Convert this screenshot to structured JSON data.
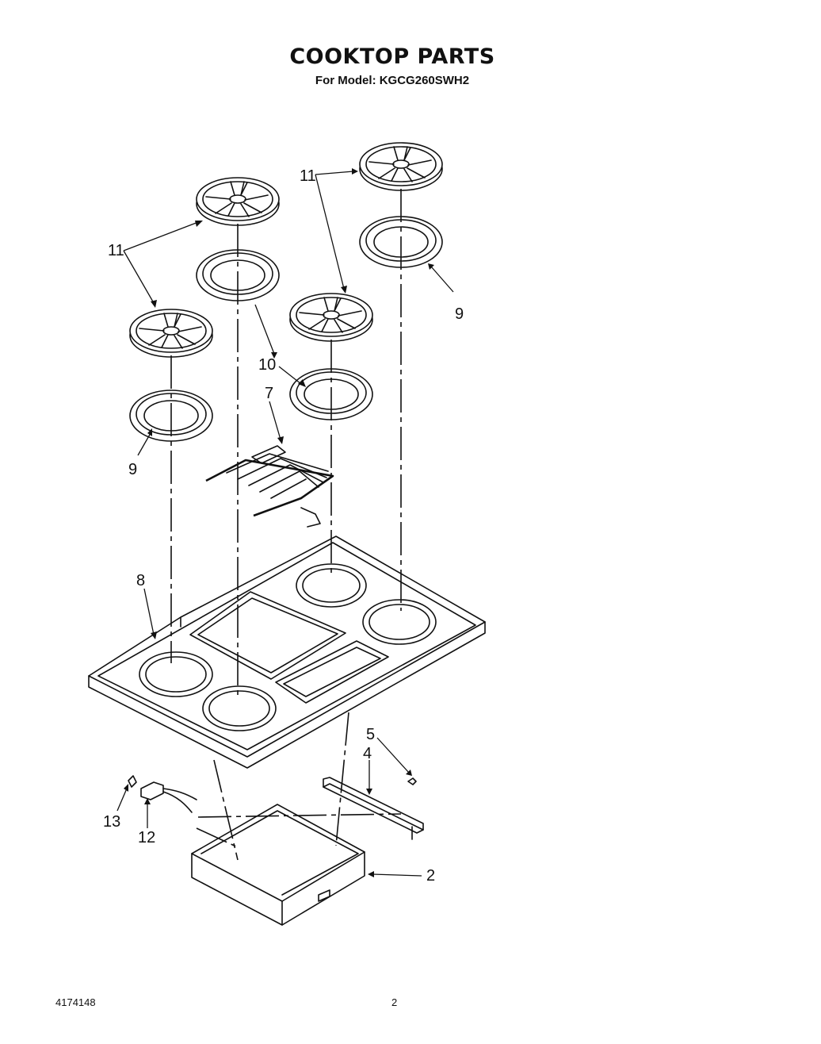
{
  "document": {
    "title": "COOKTOP PARTS",
    "subtitle": "For Model: KGCG260SWH2",
    "doc_number": "4174148",
    "page_number": "2"
  },
  "callouts": [
    {
      "id": "grate-11-upper-left",
      "label": "11"
    },
    {
      "id": "grate-11-upper-right",
      "label": "11"
    },
    {
      "id": "ring-9-right",
      "label": "9"
    },
    {
      "id": "ring-10-left",
      "label": "10"
    },
    {
      "id": "element-7",
      "label": "7"
    },
    {
      "id": "ring-9-left",
      "label": "9"
    },
    {
      "id": "cooktop-8",
      "label": "8"
    },
    {
      "id": "screw-5",
      "label": "5"
    },
    {
      "id": "bracket-4",
      "label": "4"
    },
    {
      "id": "clip-13",
      "label": "13"
    },
    {
      "id": "receptacle-12",
      "label": "12"
    },
    {
      "id": "box-2",
      "label": "2"
    }
  ]
}
